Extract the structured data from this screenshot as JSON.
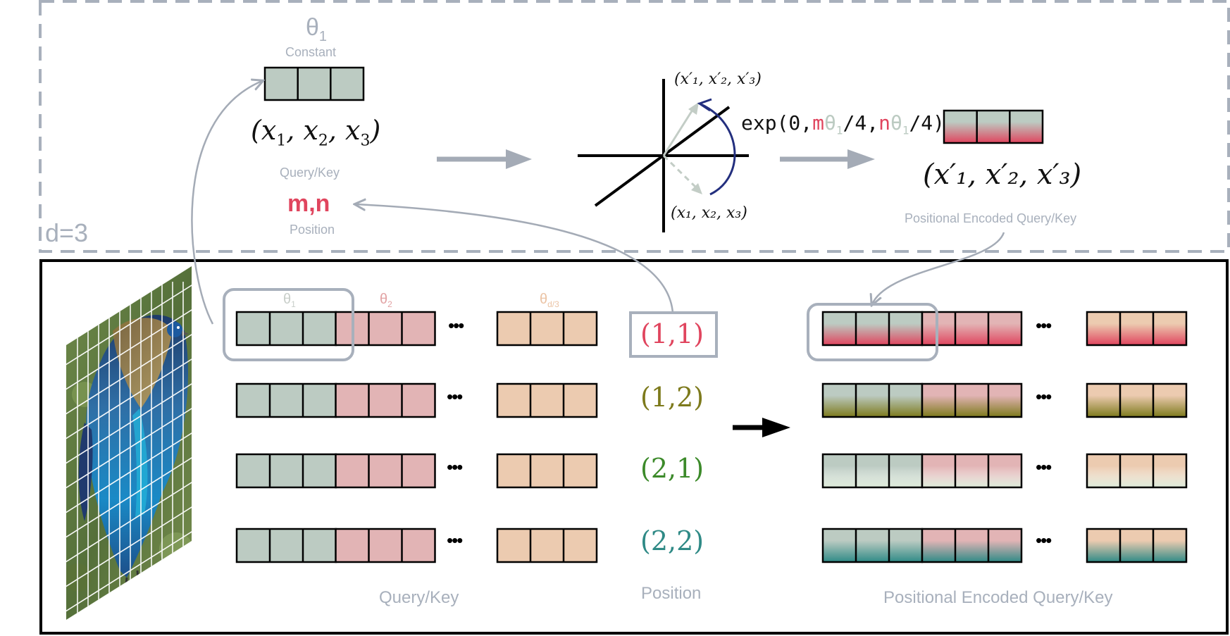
{
  "top_panel": {
    "dimension_label": "d=3",
    "theta_symbol": "θ",
    "theta_sub": "1",
    "constant_label": "Constant",
    "vector_math": "(x",
    "x1_sub": "1",
    "x2_sub": "2",
    "x3_sub": "3",
    "query_key_label": "Query/Key",
    "position_value": "m,n",
    "position_label": "Position",
    "rotated_math": "(x′₁, x′₂, x′₃)",
    "original_math": "(x₁, x₂, x₃)",
    "exp_parts": {
      "prefix": "exp(0,",
      "m": "m",
      "theta1": "θ",
      "theta1_sub": "1",
      "mid": "/4,",
      "n": "n",
      "theta2": "θ",
      "theta2_sub": "1",
      "suffix": "/4)"
    },
    "encoded_math": "(x′₁, x′₂, x′₃)",
    "encoded_label": "Positional Encoded Query/Key"
  },
  "bottom_panel": {
    "group_labels": {
      "theta1": "θ",
      "theta1_sub": "1",
      "theta2": "θ",
      "theta2_sub": "2",
      "theta3": "θ",
      "theta3_sub": "d/3"
    },
    "ellipsis": "•••",
    "positions": [
      {
        "label": "(1,1)",
        "color": "#e0455e"
      },
      {
        "label": "(1,2)",
        "color": "#7d7a1c"
      },
      {
        "label": "(2,1)",
        "color": "#3c8a2a"
      },
      {
        "label": "(2,2)",
        "color": "#2f8a86"
      }
    ],
    "query_key_label": "Query/Key",
    "position_label": "Position",
    "encoded_label": "Positional Encoded Query/Key"
  },
  "colors": {
    "green_cell": "#bccbc2",
    "pink_cell": "#e2b4b5",
    "tan_cell": "#eccbb0",
    "accent_red": "#e0455e",
    "frame_gray": "#a8b0bc",
    "arrow_gray": "#a4abb6",
    "rotate_blue": "#232f7e"
  }
}
